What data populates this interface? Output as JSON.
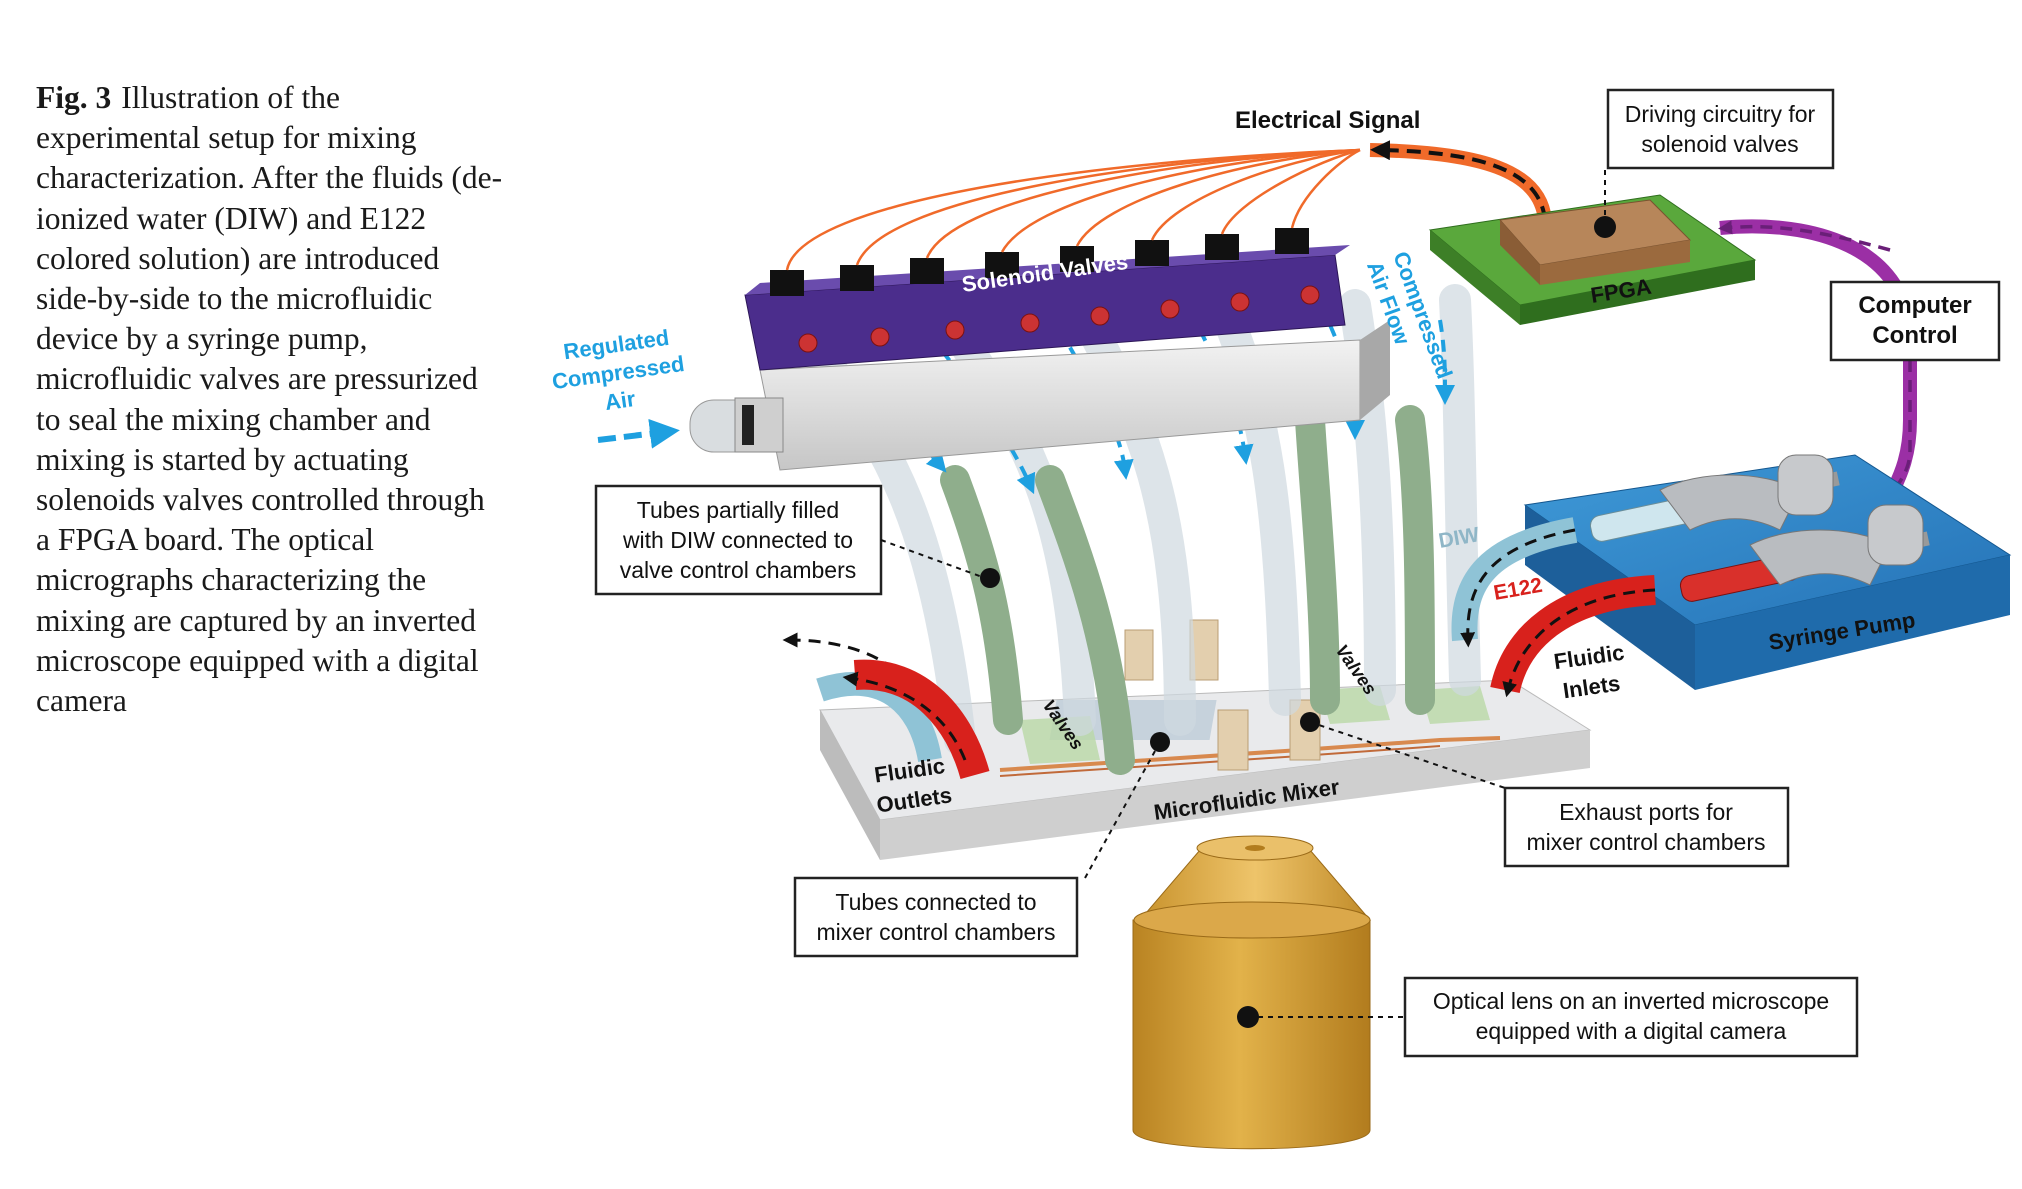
{
  "caption": {
    "label": "Fig. 3",
    "text": "Illustration of the experimental setup for mixing characterization. After the fluids (de-ionized water (DIW) and E122 colored solution) are introduced side-by-side to the microfluidic device by a syringe pump, microfluidic valves are pressurized to seal the mixing chamber and mixing is started by actuating solenoids valves controlled through a FPGA board. The optical micrographs characterizing the mixing are captured by an inverted microscope equipped with a digital camera"
  },
  "figure": {
    "electrical_signal": "Electrical Signal",
    "driving_circuitry": [
      "Driving circuitry for",
      "solenoid valves"
    ],
    "fpga": "FPGA",
    "computer_control": [
      "Computer",
      "Control"
    ],
    "solenoid_valves": "Solenoid Valves",
    "compressed_air_flow": [
      "Compressed",
      "Air Flow"
    ],
    "regulated_air": [
      "Regulated",
      "Compressed",
      "Air"
    ],
    "tubes_partially_filled": [
      "Tubes partially filled",
      "with DIW connected to",
      "valve control chambers"
    ],
    "diw": "DIW",
    "e122": "E122",
    "syringe_pump": "Syringe Pump",
    "fluidic_inlets": [
      "Fluidic",
      "Inlets"
    ],
    "fluidic_outlets": [
      "Fluidic",
      "Outlets"
    ],
    "valves_left": "Valves",
    "valves_right": "Valves",
    "microfluidic_mixer": "Microfluidic Mixer",
    "exhaust_ports": [
      "Exhaust ports for",
      "mixer control chambers"
    ],
    "tubes_mixer": [
      "Tubes connected to",
      "mixer control chambers"
    ],
    "optical_lens": [
      "Optical lens on an inverted microscope",
      "equipped with a digital camera"
    ]
  },
  "colors": {
    "accent_blue": "#1ea0e0",
    "signal_orange": "#f06a2a",
    "computer_purple": "#9b2fa5",
    "fpga_green": "#5aa83c",
    "pump_blue": "#2a86c8",
    "lens_gold": "#d9a53c",
    "manifold_purple": "#4b2d8c",
    "tube_green": "#8fae8c"
  }
}
